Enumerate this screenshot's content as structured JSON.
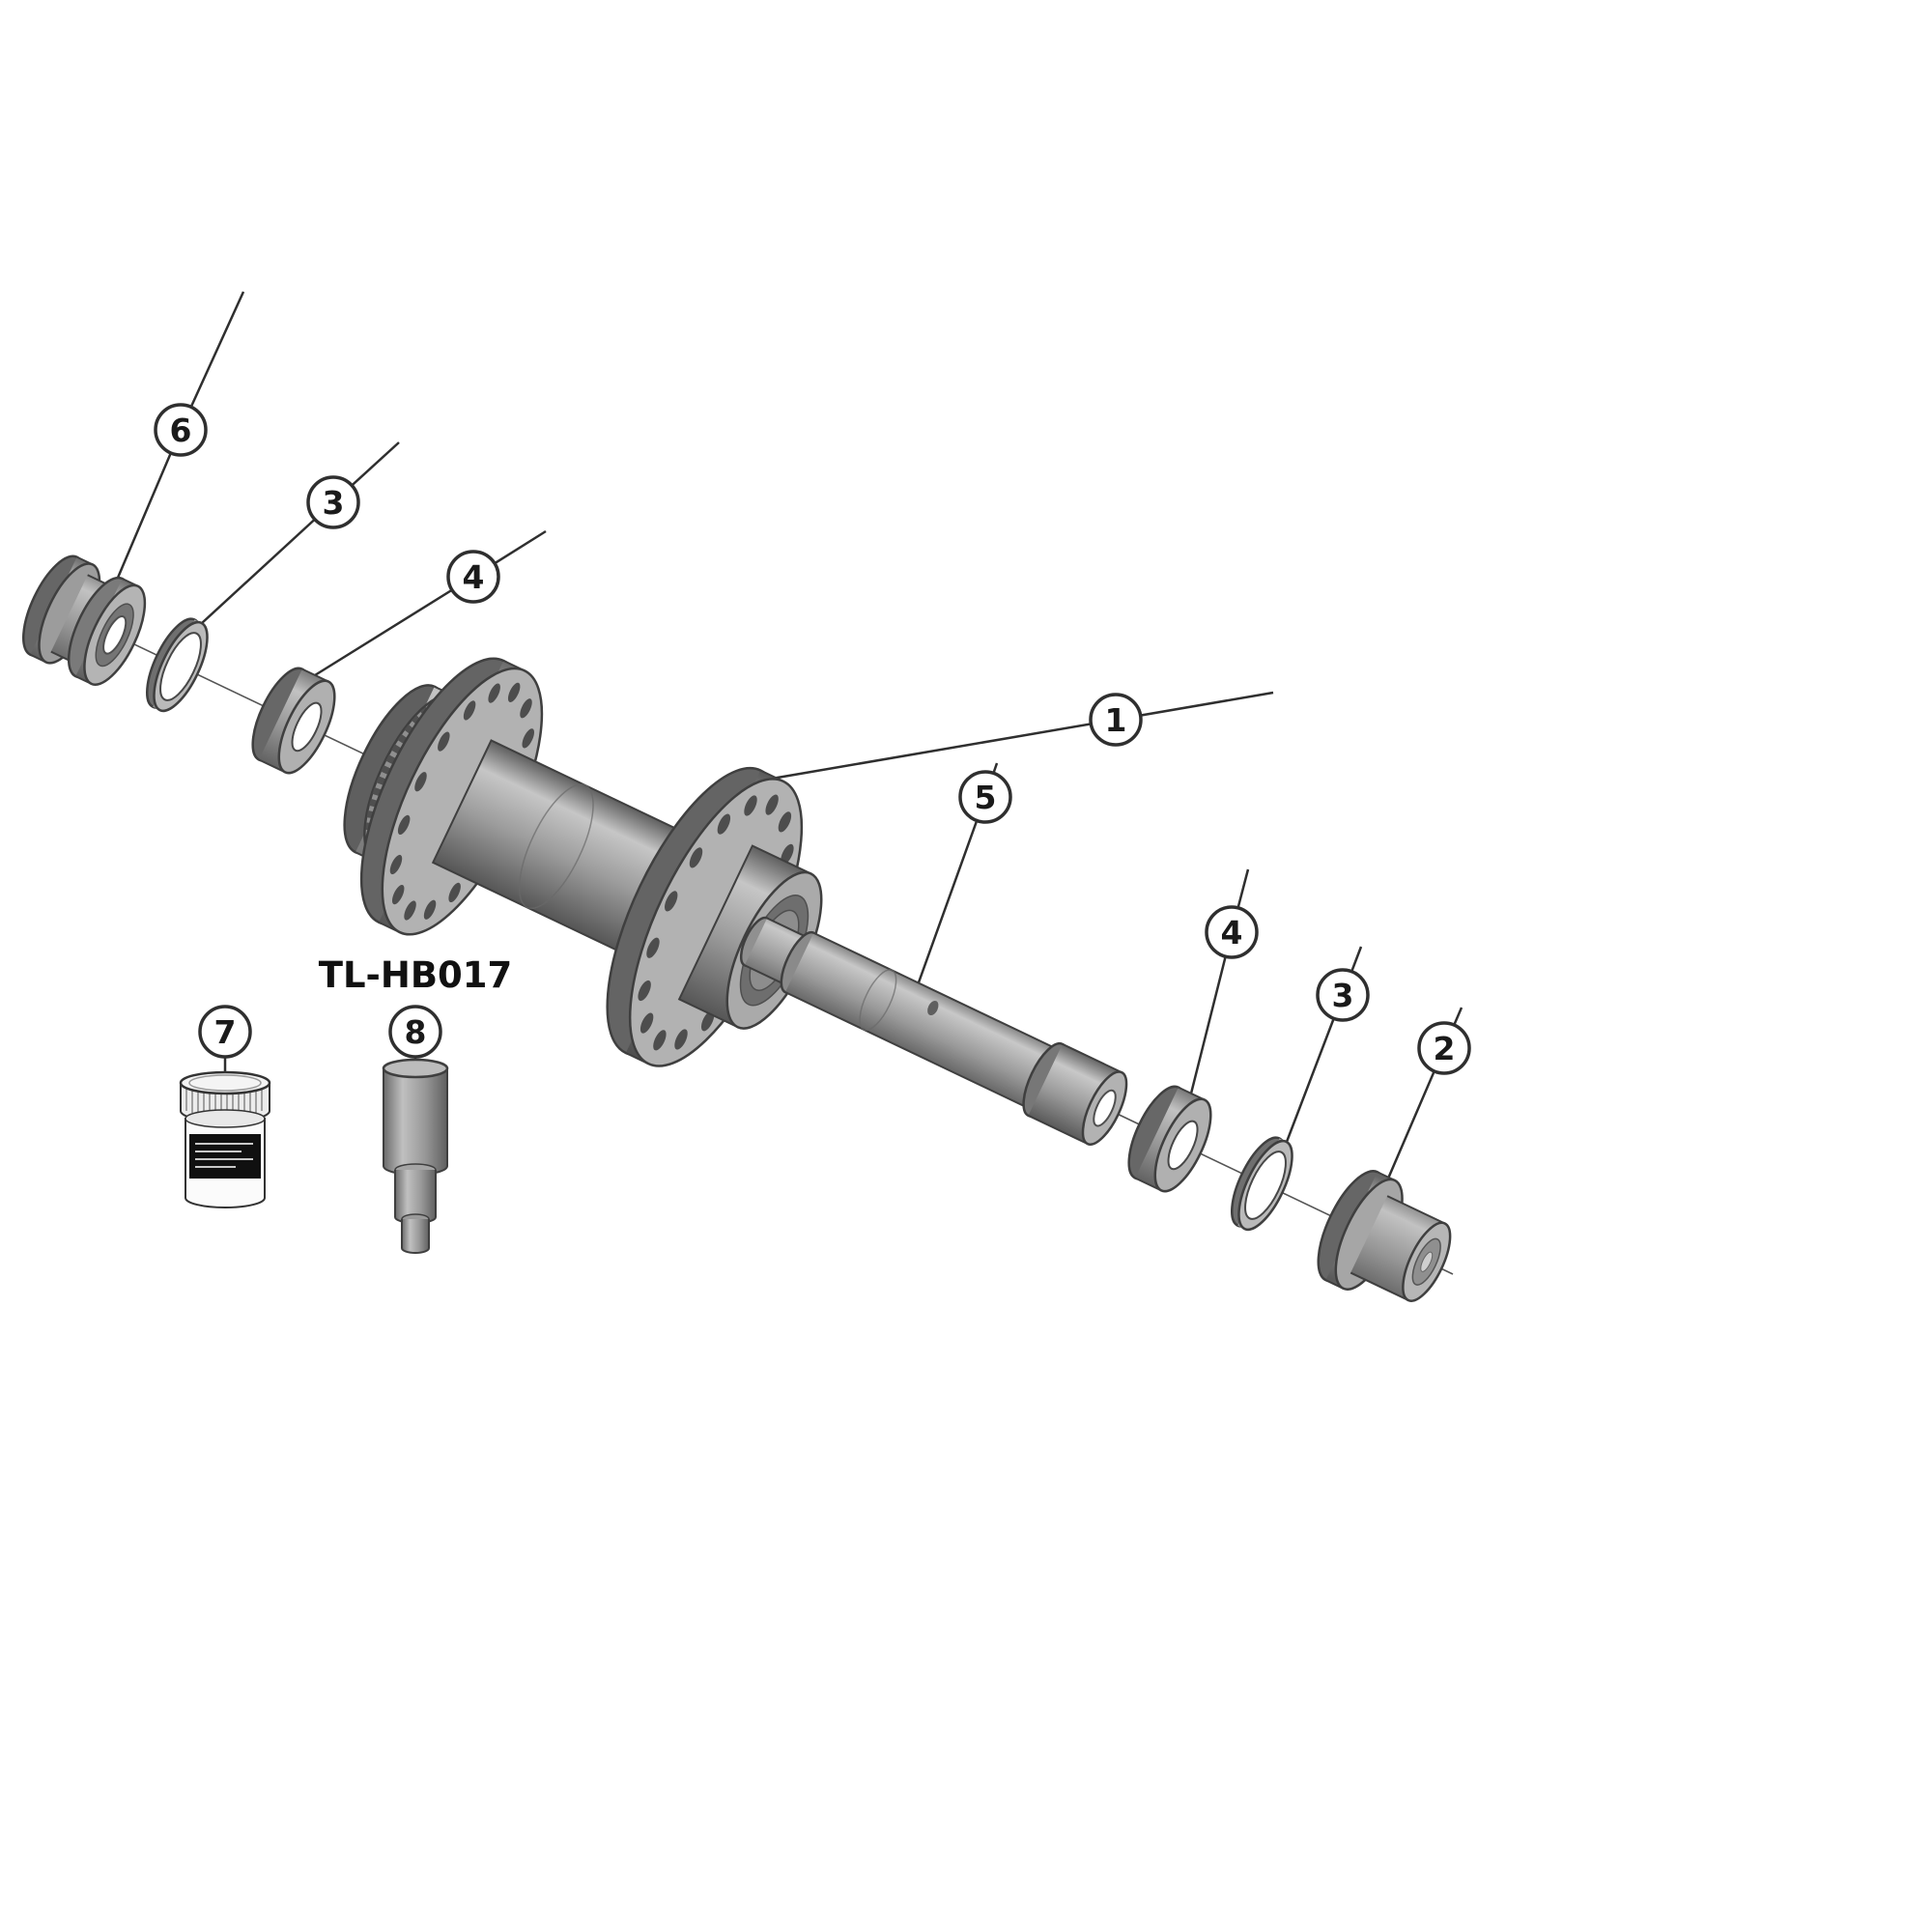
{
  "palette": {
    "background": "#ffffff",
    "outline": "#3f3f3f",
    "leader": "#2f2f2f",
    "metal_light": "#c4c4c4",
    "metal_mid": "#9a9a9a",
    "metal_dark": "#585858",
    "hole_dark": "#4d4d4d",
    "label_text": "#1a1a1a"
  },
  "callouts": {
    "c1": {
      "label": "1"
    },
    "c2": {
      "label": "2"
    },
    "c3a": {
      "label": "3"
    },
    "c3b": {
      "label": "3"
    },
    "c4a": {
      "label": "4"
    },
    "c4b": {
      "label": "4"
    },
    "c5": {
      "label": "5"
    },
    "c6": {
      "label": "6"
    },
    "c7": {
      "label": "7"
    },
    "c8": {
      "label": "8"
    }
  },
  "labels": {
    "tool_model": "TL-HB017"
  }
}
